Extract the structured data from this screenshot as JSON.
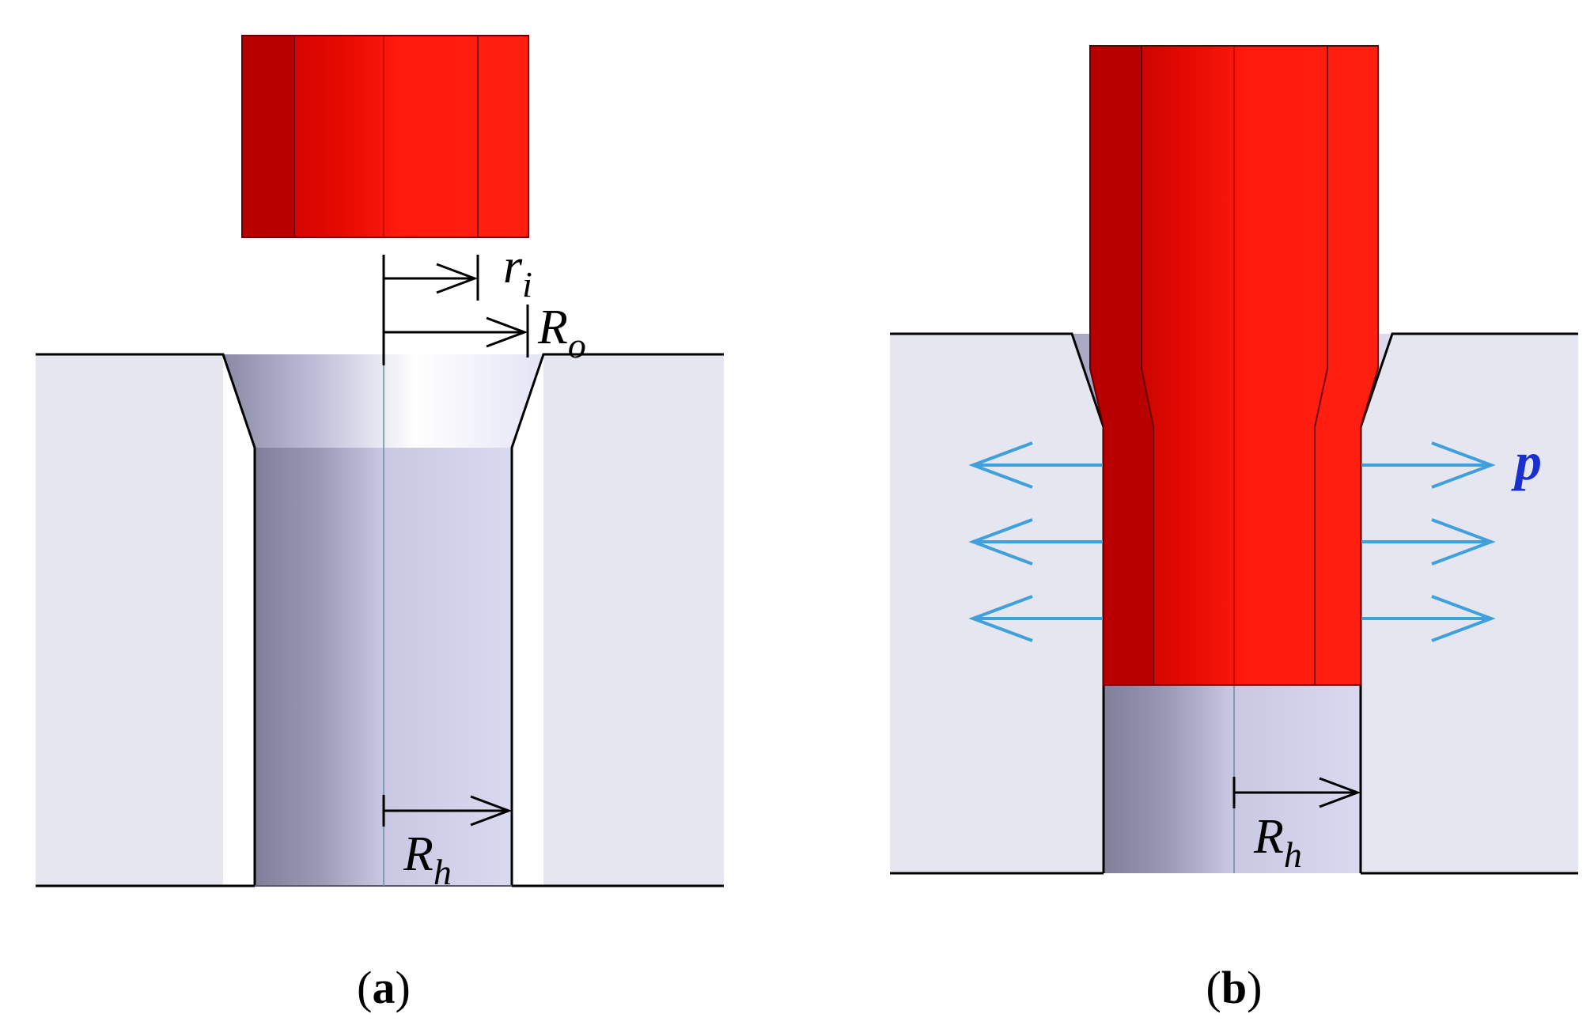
{
  "panel_a": {
    "radius_inner_label": {
      "base": "r",
      "sub": "i"
    },
    "radius_outer_label": {
      "base": "R",
      "sub": "o"
    },
    "hole_radius_label": {
      "base": "R",
      "sub": "h"
    },
    "caption": {
      "open": "(",
      "letter": "a",
      "close": ")"
    }
  },
  "panel_b": {
    "pressure_label": "p",
    "hole_radius_label": {
      "base": "R",
      "sub": "h"
    },
    "caption": {
      "open": "(",
      "letter": "b",
      "close": ")"
    }
  },
  "colors": {
    "mandrel_red": "#ff1a0e",
    "mandrel_dark": "#b00000",
    "plate_fill": "#e6e6f0",
    "hole_dark": "#808099",
    "hole_light": "#d9d9f0",
    "arrow_blue": "#3fa0dc",
    "pressure_blue": "#1a2fd0",
    "line_black": "#000000"
  }
}
